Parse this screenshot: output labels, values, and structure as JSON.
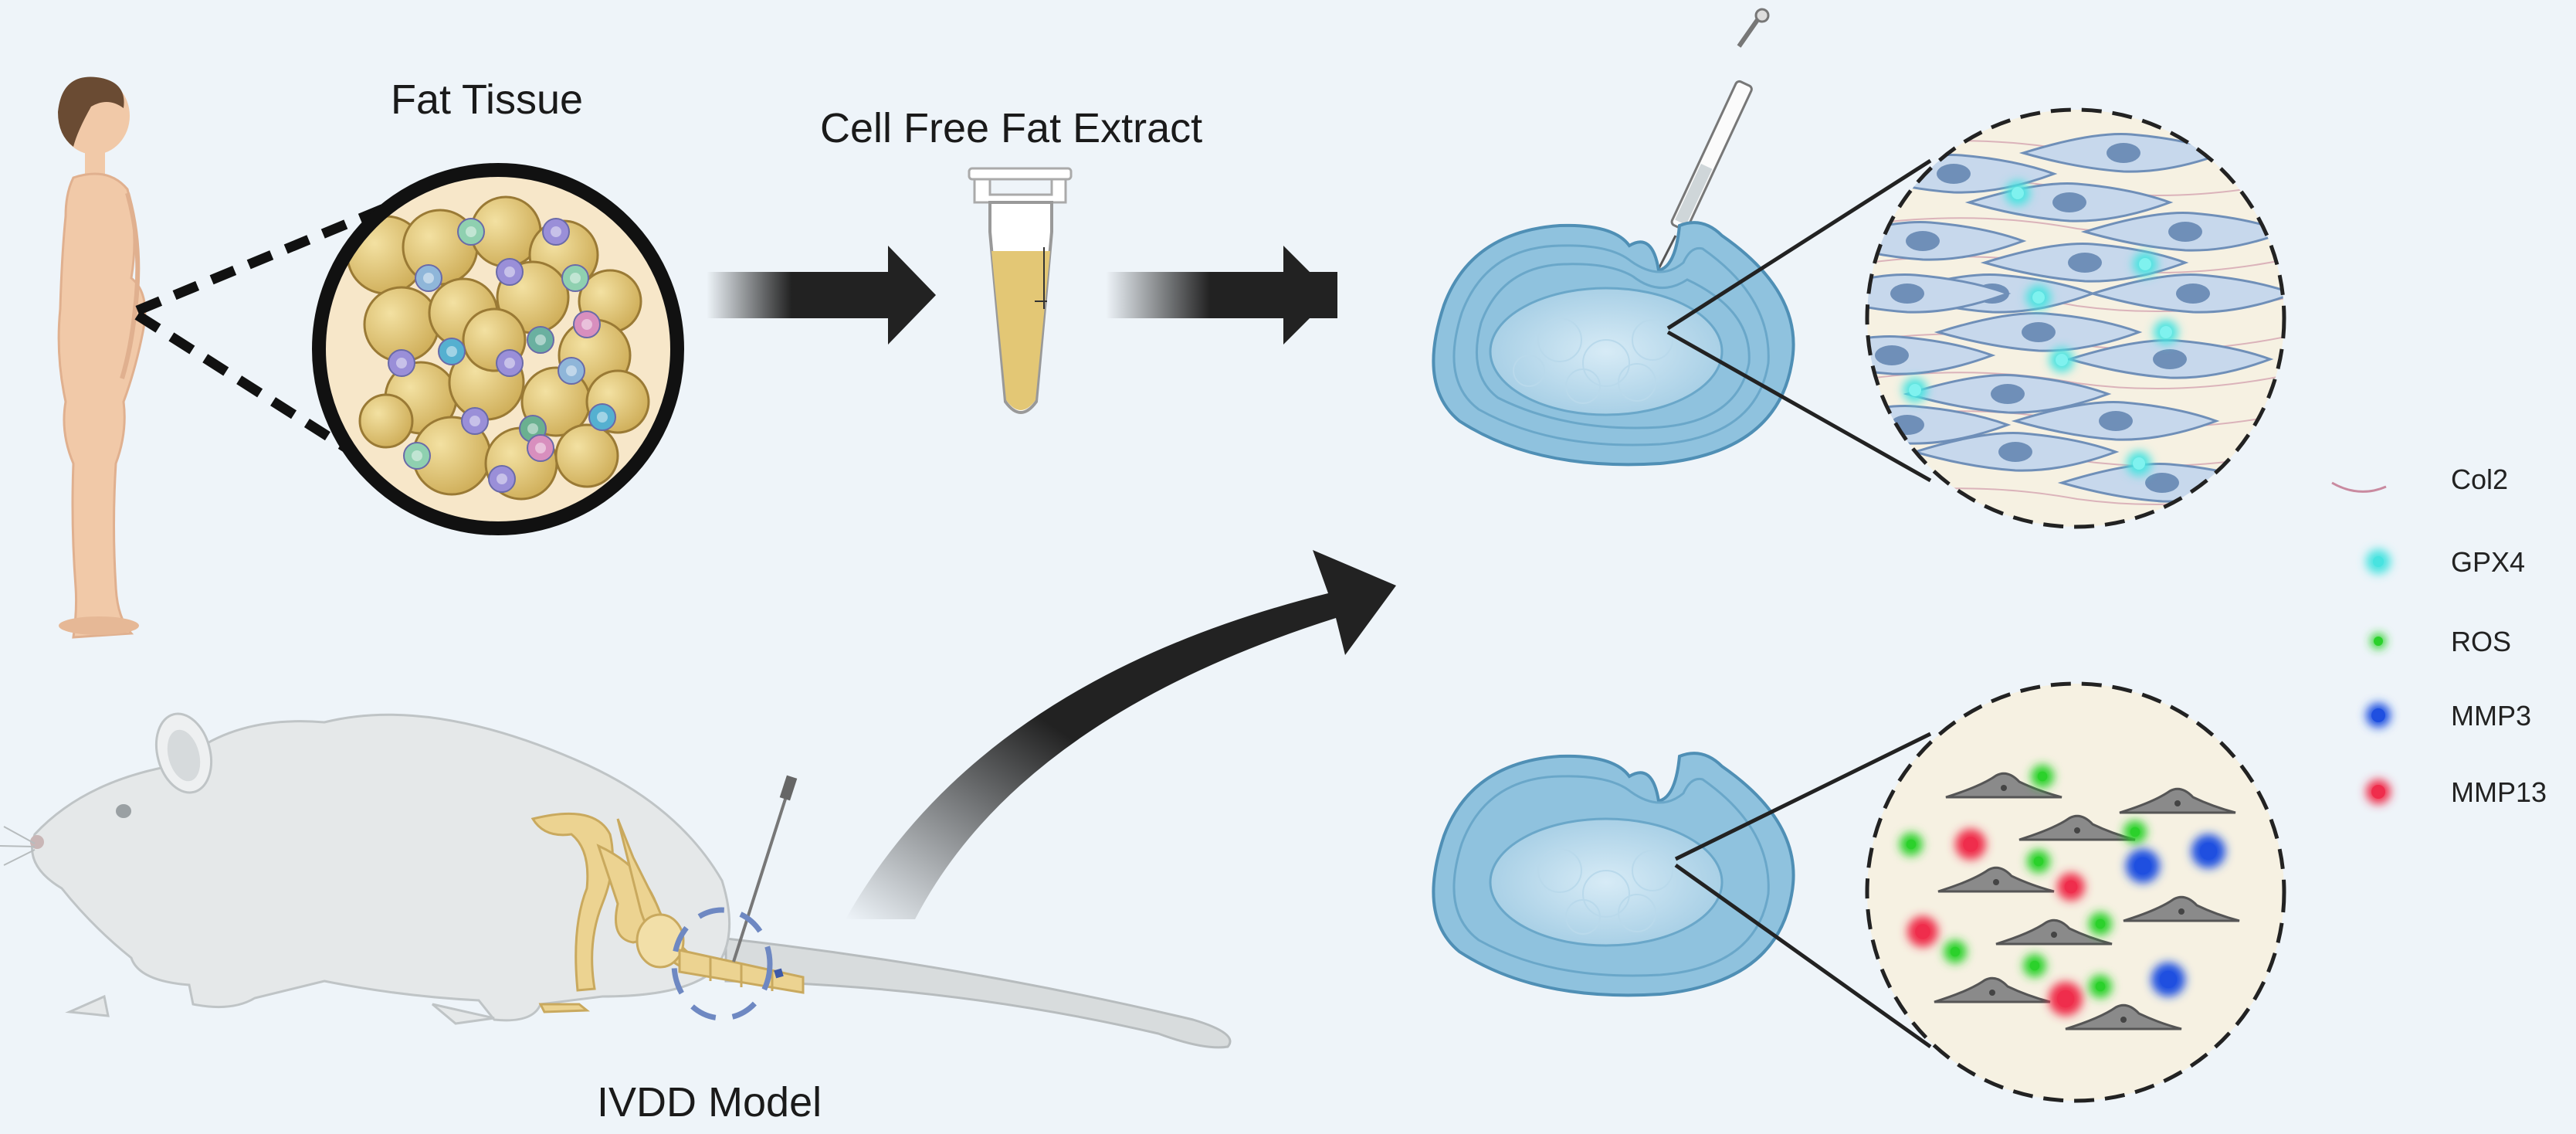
{
  "labels": {
    "fat_tissue": "Fat Tissue",
    "cell_free_fat_extract": "Cell Free Fat Extract",
    "ivdd_model": "IVDD Model"
  },
  "legend": [
    {
      "label": "Col2",
      "color": "#c98aa0"
    },
    {
      "label": "GPX4",
      "color": "#48e3e0"
    },
    {
      "label": "ROS",
      "color": "#2bd12b"
    },
    {
      "label": "MMP3",
      "color": "#1f4fe0"
    },
    {
      "label": "MMP13",
      "color": "#ef2d4c"
    }
  ]
}
